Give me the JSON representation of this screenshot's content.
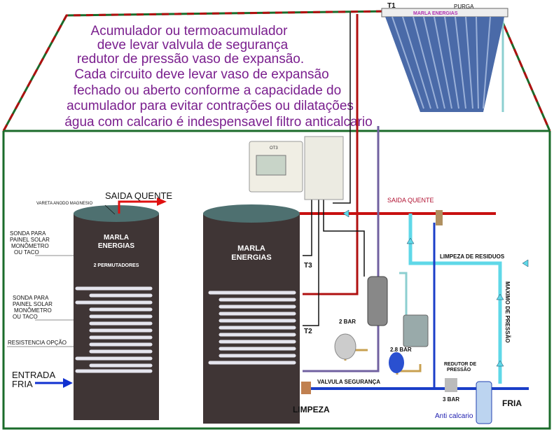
{
  "notes": [
    "Acumulador ou termoacumulador",
    "deve levar valvula de segurança",
    "redutor de pressão vaso de expansão.",
    "Cada circuito deve levar vaso de expansão",
    "fechado ou aberto conforme a capacidade do",
    "acumulador para evitar contrações ou dilatações",
    "água com calcario é indespensavel  filtro anticalcario"
  ],
  "panel": {
    "t1": "T1",
    "purga": "PURGA",
    "brand": "MARLA ENERGIAS"
  },
  "controllers": {
    "c1": "OT3"
  },
  "tank_left": {
    "saida_quente": "SAIDA QUENTE",
    "vareta": "VARETA ANODO  MAGNESIO",
    "sonda1": [
      "SONDA PARA",
      "PAINEL SOLAR",
      "MONÔMETRO",
      "OU TACO"
    ],
    "sonda2": [
      "SONDA PARA",
      "PAINEL SOLAR",
      "MONÔMETRO",
      "OU TACO"
    ],
    "resistencia": "RESISTENCIA OPÇÃO",
    "entrada": [
      "ENTRADA",
      "FRIA"
    ],
    "brand": [
      "MARLA",
      "ENERGIAS"
    ],
    "permutadores": "2 PERMUTADORES"
  },
  "tank_right": {
    "brand": [
      "MARLA",
      "ENERGIAS"
    ],
    "t3": "T3",
    "t2": "T2"
  },
  "plumbing": {
    "saida_quente": "SAIDA QUENTE",
    "limpeza_residuos": "LIMPEZA  DE RESIDUOS",
    "maximo": "MAXIMO DE PRESSÃO",
    "bar2": "2 BAR",
    "bar28": "2.8 BAR",
    "redutor": [
      "REDUTOR DE",
      "PRESSÃO"
    ],
    "bar3": "3 BAR",
    "valvula": "VALVULA SEGURANÇA",
    "limpeza": "LIMPEZA",
    "fria": "FRIA",
    "anticalcario": "Anti calcario"
  }
}
